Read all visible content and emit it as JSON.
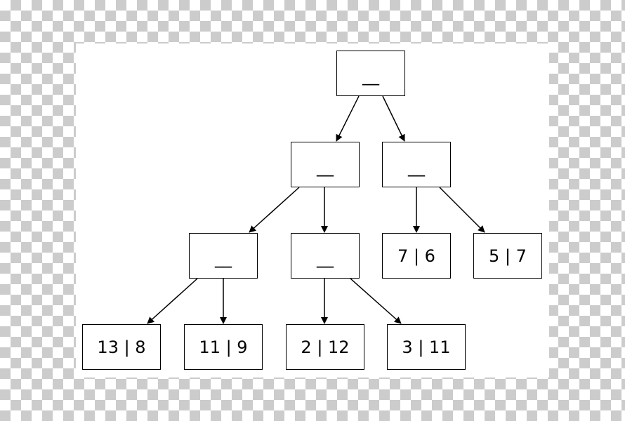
{
  "colors": {
    "stroke": "#000000",
    "node_fill": "#ffffff",
    "canvas": "#ffffff"
  },
  "tree": {
    "root": "__",
    "n_left": "__",
    "n_right": "__",
    "n_left_left": "__",
    "n_left_right": "__",
    "leaf_13_8": "13 | 8",
    "leaf_11_9": "11 | 9",
    "leaf_2_12": "2 | 12",
    "leaf_3_11": "3 | 11",
    "leaf_7_6": "7 | 6",
    "leaf_5_7": "5 | 7"
  },
  "edges": [
    [
      "root",
      "n_left"
    ],
    [
      "root",
      "n_right"
    ],
    [
      "n_left",
      "n_left_left"
    ],
    [
      "n_left",
      "n_left_right"
    ],
    [
      "n_right",
      "leaf_7_6"
    ],
    [
      "n_right",
      "leaf_5_7"
    ],
    [
      "n_left_left",
      "leaf_13_8"
    ],
    [
      "n_left_left",
      "leaf_11_9"
    ],
    [
      "n_left_right",
      "leaf_2_12"
    ],
    [
      "n_left_right",
      "leaf_3_11"
    ]
  ]
}
